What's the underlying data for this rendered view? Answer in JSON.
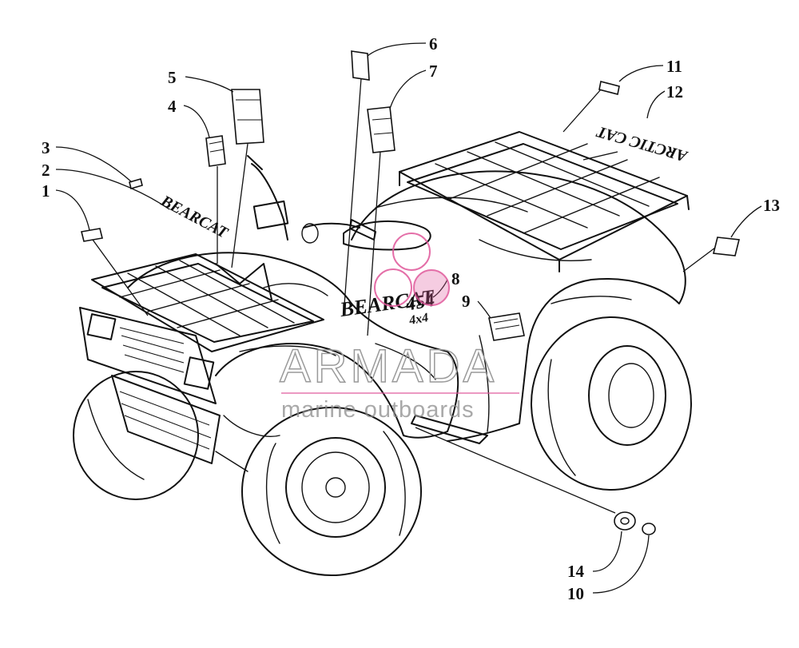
{
  "watermark": {
    "brand": "ARMADA",
    "tagline": "marine outboards",
    "accent_color": "#e0569a",
    "text_color": "#8c8c8c"
  },
  "decal_logos": {
    "model_name": "BEARCAT",
    "displacement": "454",
    "drive": "4x4",
    "rear_brand": "ARCTIC CAT"
  },
  "callouts": [
    {
      "id": "1",
      "label": "1"
    },
    {
      "id": "2",
      "label": "2"
    },
    {
      "id": "3",
      "label": "3"
    },
    {
      "id": "4",
      "label": "4"
    },
    {
      "id": "5",
      "label": "5"
    },
    {
      "id": "6",
      "label": "6"
    },
    {
      "id": "7",
      "label": "7"
    },
    {
      "id": "8",
      "label": "8"
    },
    {
      "id": "9",
      "label": "9"
    },
    {
      "id": "10",
      "label": "10"
    },
    {
      "id": "11",
      "label": "11"
    },
    {
      "id": "12",
      "label": "12"
    },
    {
      "id": "13",
      "label": "13"
    },
    {
      "id": "14",
      "label": "14"
    }
  ]
}
